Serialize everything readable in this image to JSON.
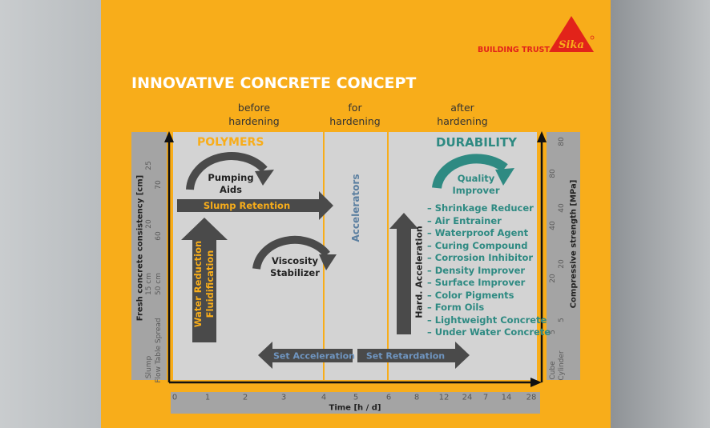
{
  "brand": {
    "tagline": "BUILDING TRUST",
    "logo_text": "Sika"
  },
  "title": "INNOVATIVE CONCRETE CONCEPT",
  "phases": [
    {
      "line1": "before",
      "line2": "hardening"
    },
    {
      "line1": "for",
      "line2": "hardening"
    },
    {
      "line1": "after",
      "line2": "hardening"
    }
  ],
  "sections": {
    "polymers": "POLYMERS",
    "durability": "DURABILITY",
    "accelerators": "Accelerators"
  },
  "arrows": {
    "pumping": [
      "Pumping",
      "Aids"
    ],
    "slump_retention": "Slump Retention",
    "viscosity": [
      "Viscosity",
      "Stabilizer"
    ],
    "water_reduction": [
      "Water Reduction",
      "Fluidification"
    ],
    "quality": [
      "Quality",
      "Improver"
    ],
    "hard_acceleration": "Hard. Acceleration",
    "set_acceleration": "Set Acceleration",
    "set_retardation": "Set Retardation"
  },
  "durability_items": [
    "– Shrinkage Reducer",
    "– Air Entrainer",
    "– Waterproof Agent",
    "– Curing Compound",
    "– Corrosion Inhibitor",
    "– Density Improver",
    "– Surface Improver",
    "– Color Pigments",
    "– Form Oils",
    "– Lightweight Concrete",
    "– Under Water Concrete"
  ],
  "left_axis": {
    "title": "Fresh concrete consistency [cm]",
    "slump_label": "Slump",
    "slump_ticks": [
      "15 cm",
      "20",
      "25"
    ],
    "flow_label": "Flow Table Spread",
    "flow_ticks": [
      "50 cm",
      "60",
      "70"
    ]
  },
  "right_axis": {
    "title": "Compressive strength [MPa]",
    "cube_label": "Cube",
    "cube_ticks": [
      "5",
      "20",
      "40",
      "80"
    ],
    "cylinder_label": "Cylinder",
    "cylinder_ticks": [
      "5",
      "20",
      "40",
      "80"
    ]
  },
  "x_axis": {
    "title": "Time [h / d]",
    "ticks": [
      "0",
      "1",
      "2",
      "3",
      "4",
      "5",
      "6",
      "8",
      "12",
      "24",
      "7",
      "14",
      "28"
    ]
  },
  "colors": {
    "orange": "#f8ad1a",
    "teal": "#2e8a82",
    "dark": "#4a4a4a",
    "blue": "#5b7fa0",
    "red": "#e2231a"
  }
}
